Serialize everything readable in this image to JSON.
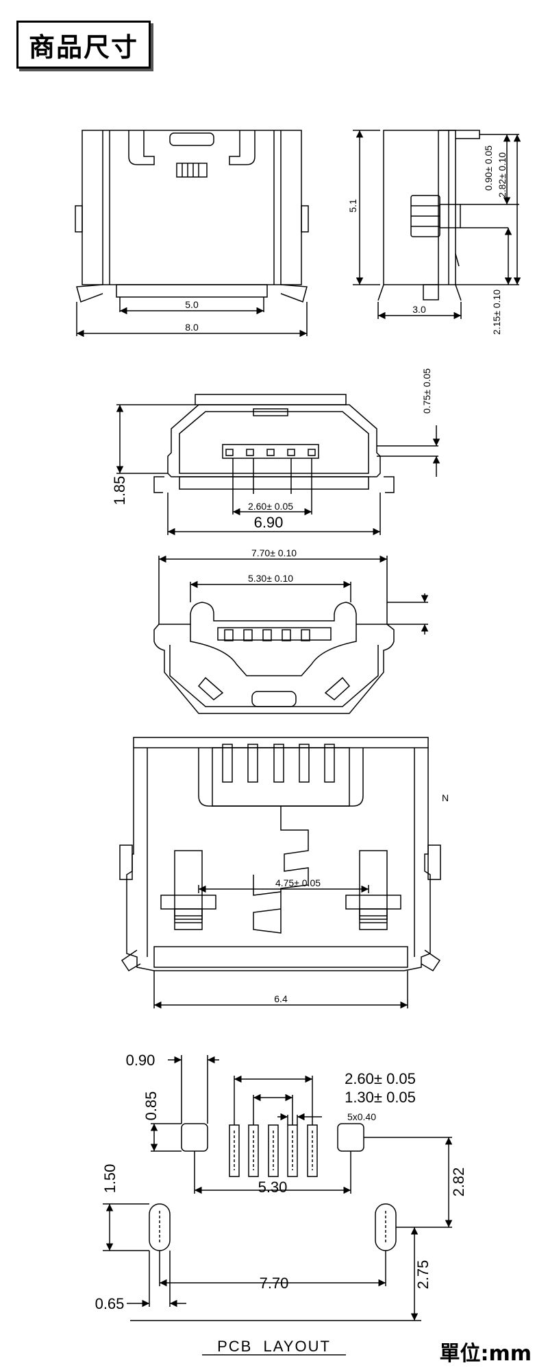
{
  "title": "商品尺寸",
  "unit_label": "單位:mm",
  "view1": {
    "w_inner": "5.0",
    "w_outer": "8.0"
  },
  "view2": {
    "height": "5.1",
    "depth": "3.0",
    "d1": "0.90± 0.05",
    "d2": "2.82± 0.10",
    "d3": "2.15± 0.10"
  },
  "view3": {
    "d_top": "0.75± 0.05",
    "height": "1.85",
    "pitch": "2.60± 0.05",
    "width": "6.90"
  },
  "view4": {
    "w_outer": "7.70± 0.10",
    "w_inner": "5.30± 0.10"
  },
  "view5": {
    "pitch": "4.75± 0.05",
    "width": "6.4",
    "letter": "N"
  },
  "pcb": {
    "d090": "0.90",
    "d085": "0.85",
    "d260": "2.60± 0.05",
    "d130": "1.30± 0.05",
    "pad": "5x0.40",
    "d530": "5.30",
    "d282": "2.82",
    "d150": "1.50",
    "d770": "7.70",
    "d275": "2.75",
    "d065": "0.65",
    "label": "PCB  LAYOUT"
  }
}
